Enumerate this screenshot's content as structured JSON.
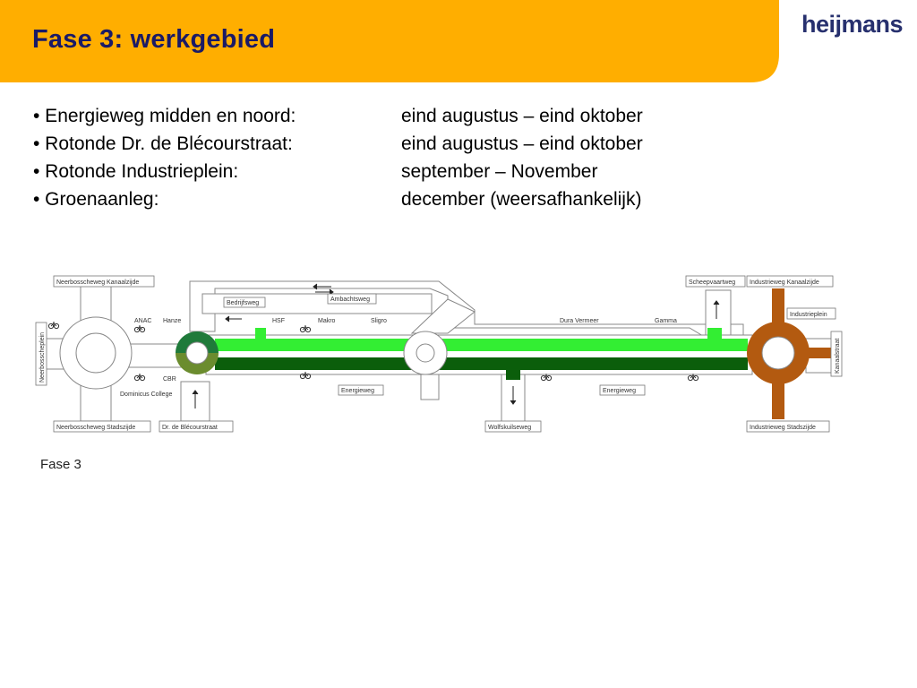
{
  "header": {
    "title": "Fase 3: werkgebied",
    "logo_text": "heijmans",
    "band_color": "#FFAE00",
    "title_color": "#1a1a66"
  },
  "bullets": [
    {
      "label": "• Energieweg midden en noord:",
      "value": "eind augustus – eind oktober"
    },
    {
      "label": "• Rotonde Dr. de Blécourstraat:",
      "value": "eind augustus – eind oktober"
    },
    {
      "label": "• Rotonde Industrieplein:",
      "value": "september – November"
    },
    {
      "label": "• Groenaanleg:",
      "value": "december (weersafhankelijk)"
    }
  ],
  "map": {
    "labels": {
      "neerbosscheweg_kanaalzijde": "Neerbosscheweg Kanaalzijde",
      "neerbosscheweg_stadszijde": "Neerbosscheweg Stadszijde",
      "neerbosscheplein": "Neerbosscheplein",
      "anac": "ANAC",
      "hanze": "Hanze",
      "cbr": "CBR",
      "dominicus_college": "Dominicus College",
      "dr_de_blecourstraat": "Dr. de Blécourstraat",
      "bedrijfsweg": "Bedrijfsweg",
      "ambachtsweg": "Ambachtsweg",
      "hsf": "HSF",
      "makro": "Makro",
      "sligro": "Sligro",
      "dura_vermeer": "Dura Vermeer",
      "gamma": "Gamma",
      "energieweg_1": "Energieweg",
      "energieweg_2": "Energieweg",
      "wolfskuilseweg": "Wolfskuilseweg",
      "scheepvaartweg": "Scheepvaartweg",
      "industrieweg_kanaalzijde": "Industrieweg Kanaalzijde",
      "industrieweg_stadszijde": "Industrieweg Stadszijde",
      "industrieplein": "Industrieplein",
      "kanaalstraat": "Kanaalstraat"
    },
    "colors": {
      "light_green": "#33ee33",
      "dark_green": "#0b5e0b",
      "olive": "#6b8c2e",
      "brown": "#b35a10",
      "road_outline": "#888888"
    },
    "icons": [
      "bicycle-icon",
      "direction-arrow-icon"
    ]
  },
  "caption": "Fase 3"
}
